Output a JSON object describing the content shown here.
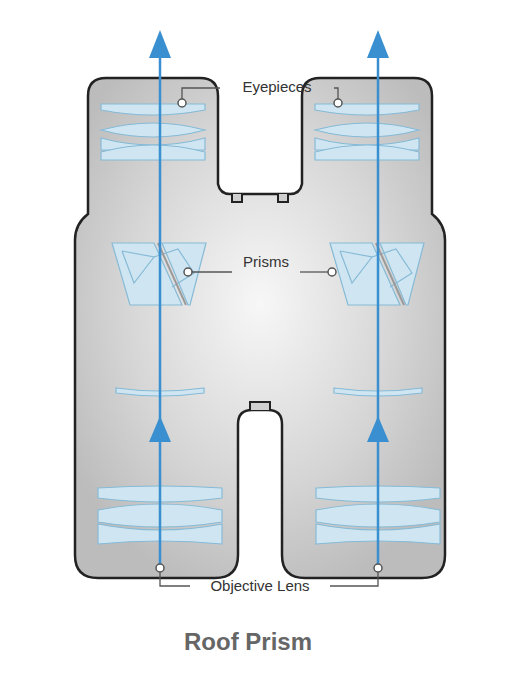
{
  "diagram": {
    "caption": "Roof Prism",
    "labels": [
      "Eyepieces",
      "Prisms",
      "Objective Lens"
    ]
  }
}
